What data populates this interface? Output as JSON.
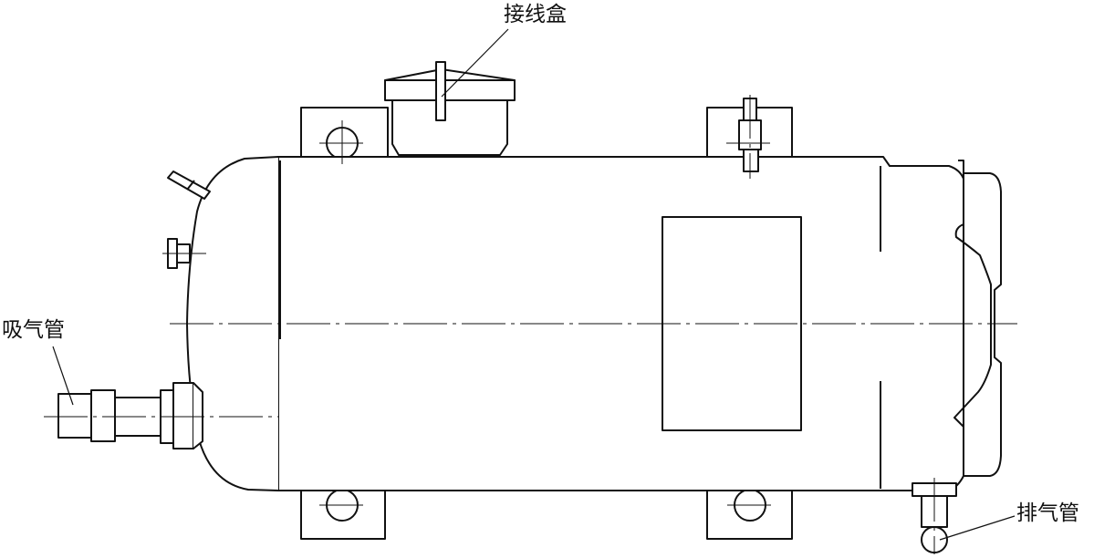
{
  "labels": {
    "junction_box": "接线盒",
    "suction_pipe": "吸气管",
    "discharge_pipe": "排气管"
  },
  "colors": {
    "line": "#111111",
    "background": "#ffffff"
  }
}
